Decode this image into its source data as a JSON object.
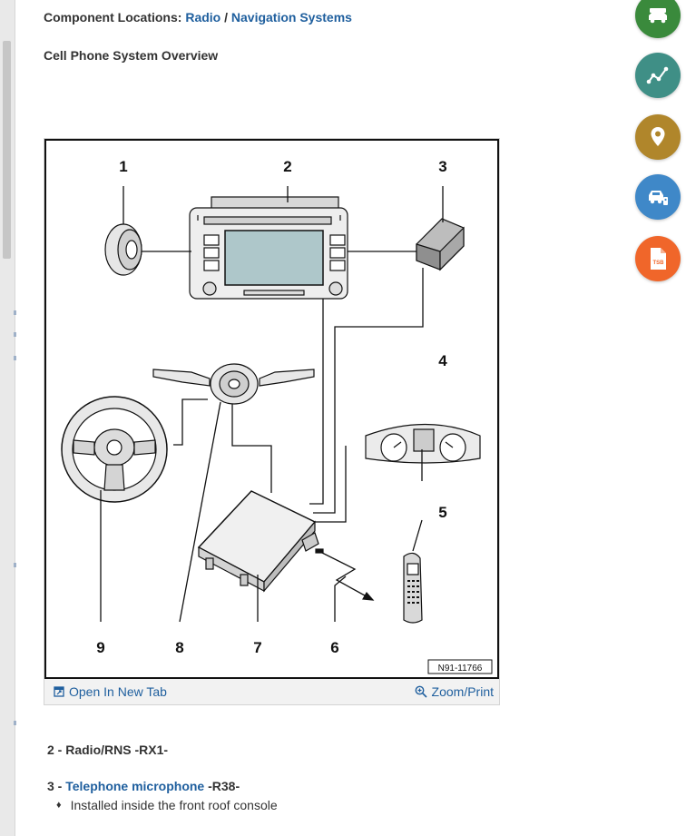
{
  "breadcrumb": {
    "prefix": "Component Locations:",
    "link1": "Radio",
    "separator": "/",
    "link2": "Navigation Systems"
  },
  "page_title": "Cell Phone System Overview",
  "figure": {
    "callouts": [
      "1",
      "2",
      "3",
      "4",
      "5",
      "6",
      "7",
      "8",
      "9"
    ],
    "reference_code": "N91-11766",
    "open_new_tab_label": "Open In New Tab",
    "zoom_print_label": "Zoom/Print"
  },
  "items": [
    {
      "number": "2 -",
      "name": "Radio/RNS -RX1-"
    },
    {
      "number": "3 -",
      "name_link": "Telephone microphone",
      "code": "-R38-",
      "bullets": [
        "Installed inside the front roof console"
      ]
    }
  ],
  "side_buttons": [
    {
      "icon": "vehicle-info-icon",
      "color": "#3a8a3c"
    },
    {
      "icon": "wiring-icon",
      "color": "#3f8f86"
    },
    {
      "icon": "location-pin-icon",
      "color": "#b0862b"
    },
    {
      "icon": "vehicle-diagnostics-icon",
      "color": "#3f88c8"
    },
    {
      "icon": "tsb-document-icon",
      "color": "#f0662a",
      "label": "TSB"
    }
  ]
}
